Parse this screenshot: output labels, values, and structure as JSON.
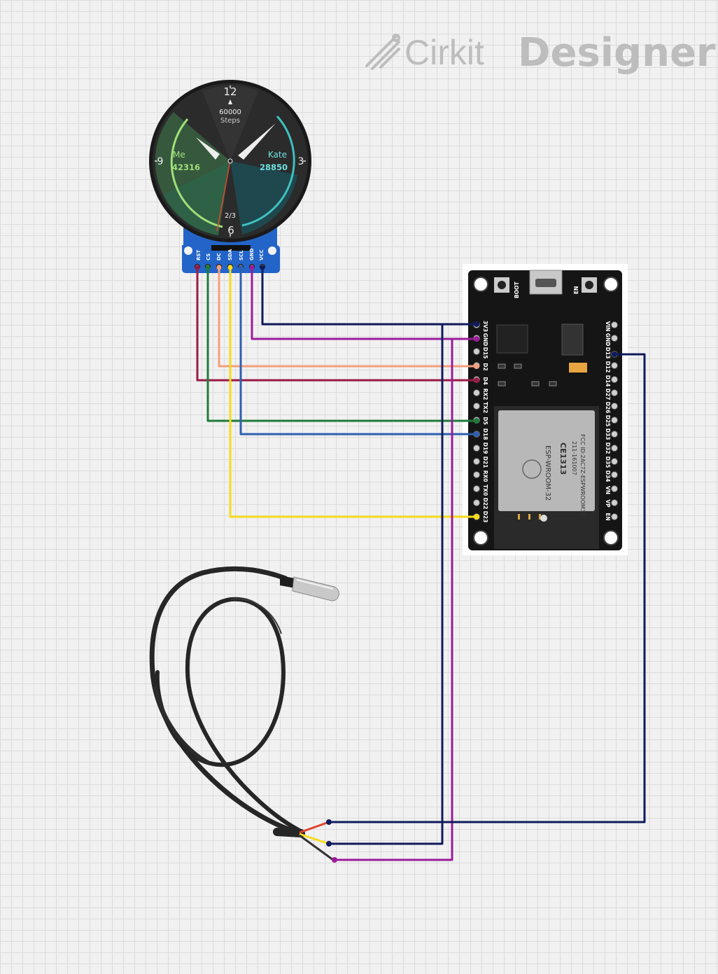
{
  "brand": {
    "name_part1": "Cirkit",
    "name_part2": "Designer"
  },
  "display": {
    "numerals": {
      "twelve": "12",
      "three": "3",
      "six": "6",
      "nine": "9"
    },
    "steps_value": "60000",
    "steps_label": "Steps",
    "left_name": "Me",
    "left_value": "42316",
    "right_name": "Kate",
    "right_value": "28850",
    "page_indicator": "2/3",
    "pins": [
      "RST",
      "CS",
      "DC",
      "SDA",
      "SCL",
      "GND",
      "VCC"
    ]
  },
  "esp32": {
    "boot_label": "BOOT",
    "en_label": "EN",
    "module_label": "ESP-WROOM-32",
    "fcc_id": "FCC ID:2AC7Z-ESPWROOM32",
    "module_code": "211-161007",
    "ce_mark": "CE1313",
    "left_pins": [
      "3V3",
      "GND",
      "D15",
      "D2",
      "D4",
      "RX2",
      "TX2",
      "D5",
      "D18",
      "D19",
      "D21",
      "RX0",
      "TX0",
      "D22",
      "D23"
    ],
    "right_pins": [
      "VIN",
      "GND",
      "D13",
      "D12",
      "D14",
      "D27",
      "D26",
      "D25",
      "D33",
      "D32",
      "D35",
      "D34",
      "VN",
      "VP",
      "EN"
    ]
  },
  "wire_colors": {
    "rst": "#9b1b46",
    "cs": "#1f7a3a",
    "dc": "#f4a07c",
    "sda": "#f6dc1a",
    "scl": "#2e5fb0",
    "gnd": "#9c1b9c",
    "vcc": "#101a5c",
    "data": "#101a5c"
  }
}
